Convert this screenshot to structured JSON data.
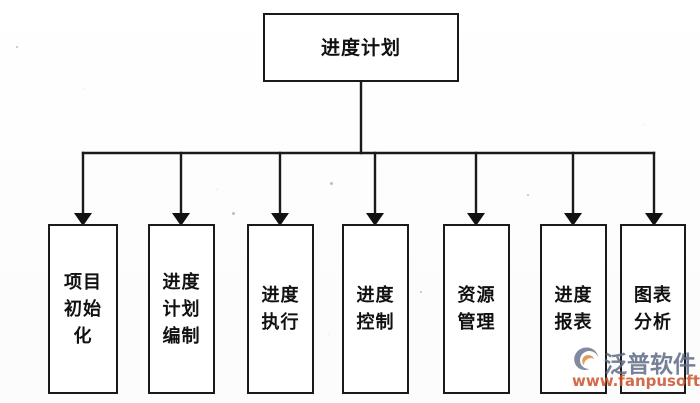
{
  "diagram": {
    "title": "进度计划",
    "root": {
      "label": "进度计划",
      "name": "root-node-schedule-plan"
    },
    "leaves": [
      {
        "label": "项目初始化",
        "name": "node-project-initialization"
      },
      {
        "label": "进度计划编制",
        "name": "node-schedule-planning"
      },
      {
        "label": "进度执行",
        "name": "node-schedule-execution"
      },
      {
        "label": "进度控制",
        "name": "node-schedule-control"
      },
      {
        "label": "资源管理",
        "name": "node-resource-management"
      },
      {
        "label": "进度报表",
        "name": "node-schedule-report"
      },
      {
        "label": "图表分析",
        "name": "node-chart-analysis"
      }
    ]
  },
  "watermark": {
    "brand": "泛普软件",
    "url": "www.fanpusoft.com",
    "logo_icon": "swoosh-circle-icon",
    "brand_color": "#5f6b85",
    "url_color": "#c9522a",
    "accent_color": "#e08a3c"
  },
  "style": {
    "line_color": "#1a1a1a",
    "box_fill": "#ffffff",
    "text_color": "#111111",
    "background": "#fefefe"
  }
}
